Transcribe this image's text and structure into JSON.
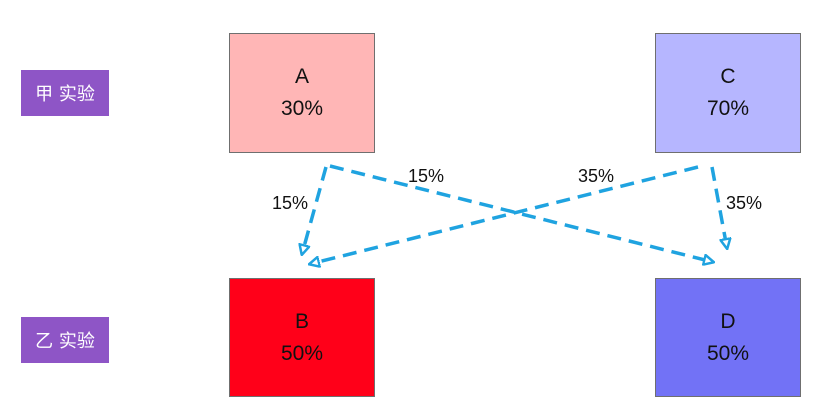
{
  "groups": {
    "top": "甲 实验",
    "bottom": "乙 实验"
  },
  "nodes": {
    "a": {
      "name": "A",
      "value": "30%",
      "color": "#ffb6b6"
    },
    "b": {
      "name": "B",
      "value": "50%",
      "color": "#ff0019"
    },
    "c": {
      "name": "C",
      "value": "70%",
      "color": "#b6b6ff"
    },
    "d": {
      "name": "D",
      "value": "50%",
      "color": "#7272f6"
    }
  },
  "edges": {
    "a_to_b": "15%",
    "a_to_d": "15%",
    "c_to_b": "35%",
    "c_to_d": "35%"
  },
  "style": {
    "arrow_color": "#1fa3e0",
    "tag_color": "#8e55c6"
  }
}
